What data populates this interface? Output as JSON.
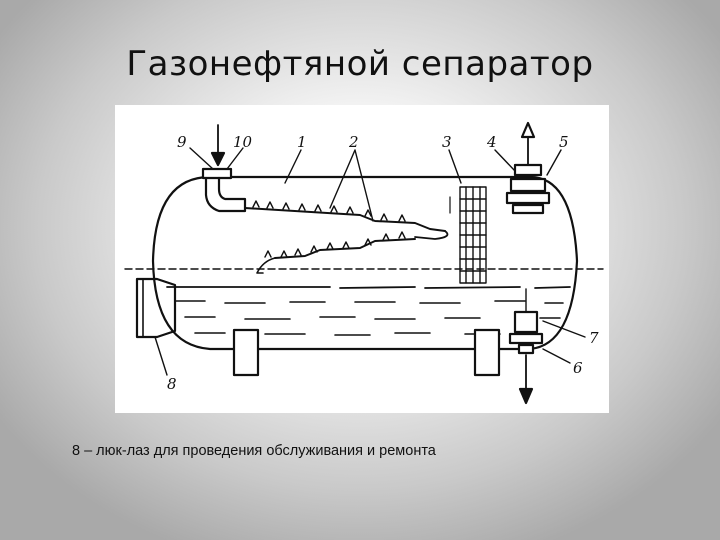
{
  "slide": {
    "title": "Газонефтяной сепаратор",
    "caption": "8 – люк-лаз для проведения обслуживания и ремонта"
  },
  "diagram": {
    "labels": [
      "1",
      "2",
      "3",
      "4",
      "5",
      "6",
      "7",
      "8",
      "9",
      "10"
    ],
    "colors": {
      "ink": "#111111",
      "paper": "#ffffff"
    }
  }
}
